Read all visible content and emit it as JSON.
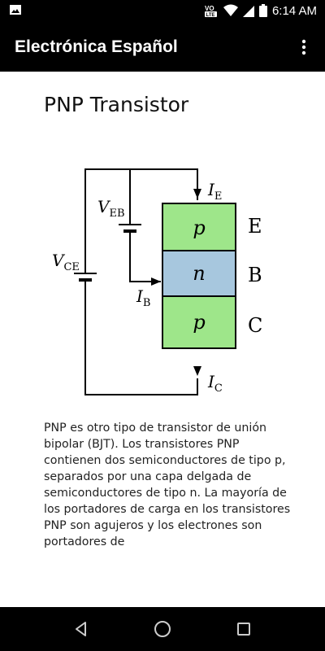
{
  "status_bar": {
    "time": "6:14 AM",
    "icons": [
      "image-icon",
      "volte-icon",
      "wifi-icon",
      "signal-icon",
      "battery-icon"
    ]
  },
  "app_bar": {
    "title": "Electrónica Español",
    "menu_icon": "more-vert-icon"
  },
  "page": {
    "title": "PNP Transistor",
    "body": "PNP es otro tipo de transistor de unión bipolar (BJT). Los transistores PNP contienen dos semiconductores de tipo p, separados por una capa delgada de semiconductores de tipo n. La mayoría de los portadores de carga en los transistores PNP son agujeros y los electrones son portadores de"
  },
  "diagram": {
    "labels": {
      "ie": "I",
      "ie_sub": "E",
      "ib": "I",
      "ib_sub": "B",
      "ic": "I",
      "ic_sub": "C",
      "veb": "V",
      "veb_sub": "EB",
      "vce": "V",
      "vce_sub": "CE",
      "layer_top": "p",
      "layer_mid": "n",
      "layer_bot": "p",
      "terminal_e": "E",
      "terminal_b": "B",
      "terminal_c": "C"
    },
    "colors": {
      "p_layer": "#9ee68a",
      "n_layer": "#a7c7de"
    }
  },
  "nav_bar": {
    "buttons": [
      "back-icon",
      "home-icon",
      "recents-icon"
    ]
  }
}
